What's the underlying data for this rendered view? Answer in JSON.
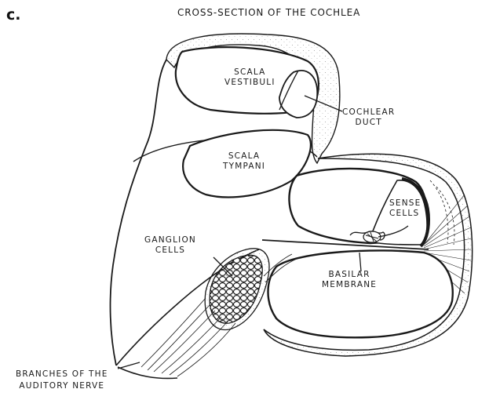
{
  "panel_letter": "c.",
  "title": "CROSS-SECTION OF THE COCHLEA",
  "labels": {
    "scala_vestibuli": [
      "SCALA",
      "VESTIBULI"
    ],
    "cochlear_duct": [
      "COCHLEAR",
      "DUCT"
    ],
    "scala_tympani": [
      "SCALA",
      "TYMPANI"
    ],
    "sense_cells": [
      "SENSE",
      "CELLS"
    ],
    "ganglion_cells": [
      "GANGLION",
      "CELLS"
    ],
    "basilar_membrane": [
      "BASILAR",
      "MEMBRANE"
    ],
    "auditory_nerve": [
      "BRANCHES OF THE",
      "AUDITORY NERVE"
    ]
  },
  "colors": {
    "ink": "#1a1a1a",
    "bone_stipple": "#9a9a9a",
    "background": "#ffffff"
  }
}
